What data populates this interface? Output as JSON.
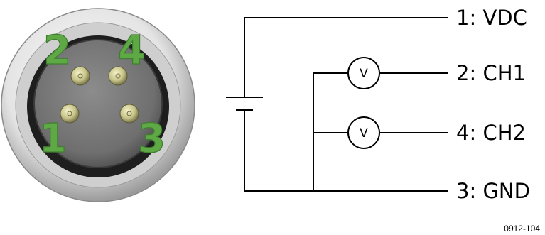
{
  "connector": {
    "pin_labels": [
      "1",
      "2",
      "3",
      "4"
    ]
  },
  "circuit": {
    "terminals": [
      "1: VDC",
      "2: CH1",
      "4: CH2",
      "3: GND"
    ],
    "meter_symbol": "V"
  },
  "figure_id": "0912-104",
  "colors": {
    "pin_number": "#5ea846",
    "pin_contact": "#c8c48a",
    "wire": "#000000"
  }
}
